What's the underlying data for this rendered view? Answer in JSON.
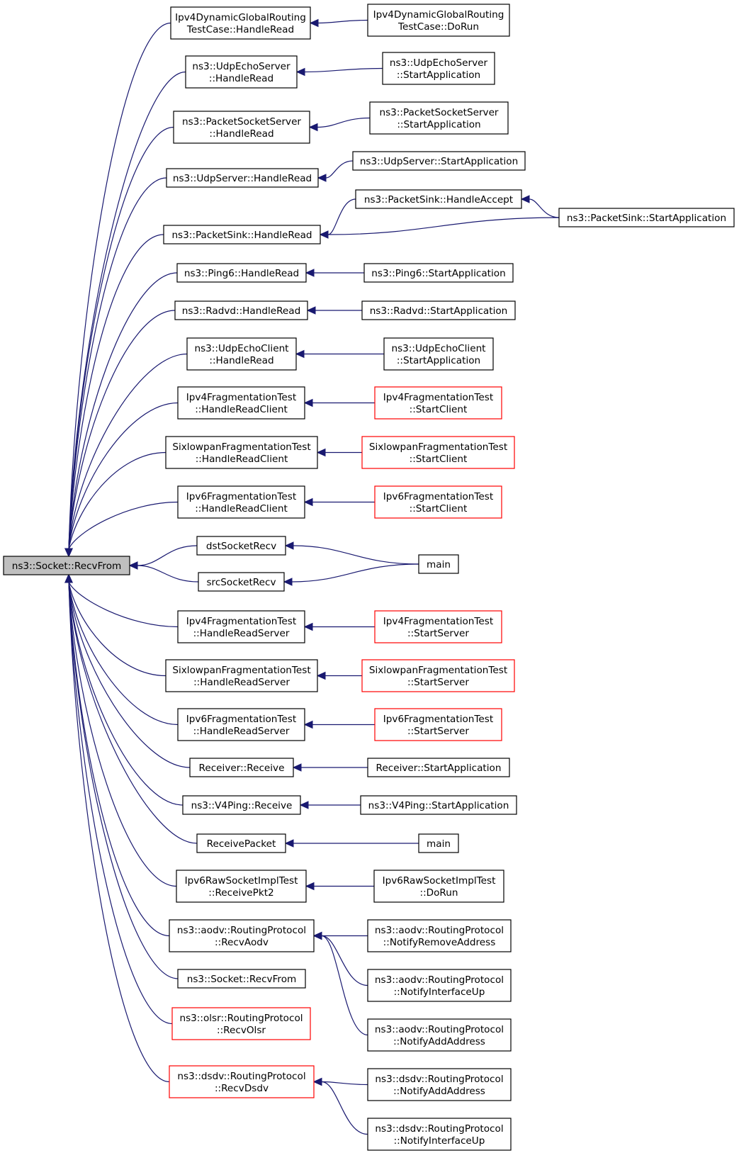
{
  "colors": {
    "edge": "#191970",
    "node_border": "#000000",
    "truncated_border": "#ff0000",
    "root_fill": "#bfbfbf"
  },
  "nodes": [
    {
      "id": "root",
      "lines": [
        "ns3::Socket::RecvFrom"
      ],
      "style": "root"
    },
    {
      "id": "c1",
      "lines": [
        "Ipv4DynamicGlobalRouting",
        "TestCase::HandleRead"
      ]
    },
    {
      "id": "c2",
      "lines": [
        "ns3::UdpEchoServer",
        "::HandleRead"
      ]
    },
    {
      "id": "c3",
      "lines": [
        "ns3::PacketSocketServer",
        "::HandleRead"
      ]
    },
    {
      "id": "c4",
      "lines": [
        "ns3::UdpServer::HandleRead"
      ]
    },
    {
      "id": "c5",
      "lines": [
        "ns3::PacketSink::HandleRead"
      ]
    },
    {
      "id": "c6",
      "lines": [
        "ns3::Ping6::HandleRead"
      ]
    },
    {
      "id": "c7",
      "lines": [
        "ns3::Radvd::HandleRead"
      ]
    },
    {
      "id": "c8",
      "lines": [
        "ns3::UdpEchoClient",
        "::HandleRead"
      ]
    },
    {
      "id": "c9",
      "lines": [
        "Ipv4FragmentationTest",
        "::HandleReadClient"
      ]
    },
    {
      "id": "c10",
      "lines": [
        "SixlowpanFragmentationTest",
        "::HandleReadClient"
      ]
    },
    {
      "id": "c11",
      "lines": [
        "Ipv6FragmentationTest",
        "::HandleReadClient"
      ]
    },
    {
      "id": "c12",
      "lines": [
        "dstSocketRecv"
      ]
    },
    {
      "id": "c13",
      "lines": [
        "srcSocketRecv"
      ]
    },
    {
      "id": "c14",
      "lines": [
        "Ipv4FragmentationTest",
        "::HandleReadServer"
      ]
    },
    {
      "id": "c15",
      "lines": [
        "SixlowpanFragmentationTest",
        "::HandleReadServer"
      ]
    },
    {
      "id": "c16",
      "lines": [
        "Ipv6FragmentationTest",
        "::HandleReadServer"
      ]
    },
    {
      "id": "c17",
      "lines": [
        "Receiver::Receive"
      ]
    },
    {
      "id": "c18",
      "lines": [
        "ns3::V4Ping::Receive"
      ]
    },
    {
      "id": "c19",
      "lines": [
        "ReceivePacket"
      ]
    },
    {
      "id": "c20",
      "lines": [
        "Ipv6RawSocketImplTest",
        "::ReceivePkt2"
      ]
    },
    {
      "id": "c21",
      "lines": [
        "ns3::aodv::RoutingProtocol",
        "::RecvAodv"
      ]
    },
    {
      "id": "c22",
      "lines": [
        "ns3::Socket::RecvFrom"
      ]
    },
    {
      "id": "c23",
      "lines": [
        "ns3::olsr::RoutingProtocol",
        "::RecvOlsr"
      ],
      "style": "truncated"
    },
    {
      "id": "c24",
      "lines": [
        "ns3::dsdv::RoutingProtocol",
        "::RecvDsdv"
      ],
      "style": "truncated"
    },
    {
      "id": "g1",
      "lines": [
        "Ipv4DynamicGlobalRouting",
        "TestCase::DoRun"
      ]
    },
    {
      "id": "g2",
      "lines": [
        "ns3::UdpEchoServer",
        "::StartApplication"
      ]
    },
    {
      "id": "g3",
      "lines": [
        "ns3::PacketSocketServer",
        "::StartApplication"
      ]
    },
    {
      "id": "g4",
      "lines": [
        "ns3::UdpServer::StartApplication"
      ]
    },
    {
      "id": "g5",
      "lines": [
        "ns3::PacketSink::HandleAccept"
      ]
    },
    {
      "id": "g6",
      "lines": [
        "ns3::PacketSink::StartApplication"
      ]
    },
    {
      "id": "g7",
      "lines": [
        "ns3::Ping6::StartApplication"
      ]
    },
    {
      "id": "g8",
      "lines": [
        "ns3::Radvd::StartApplication"
      ]
    },
    {
      "id": "g9",
      "lines": [
        "ns3::UdpEchoClient",
        "::StartApplication"
      ]
    },
    {
      "id": "g10",
      "lines": [
        "Ipv4FragmentationTest",
        "::StartClient"
      ],
      "style": "truncated"
    },
    {
      "id": "g11",
      "lines": [
        "SixlowpanFragmentationTest",
        "::StartClient"
      ],
      "style": "truncated"
    },
    {
      "id": "g12",
      "lines": [
        "Ipv6FragmentationTest",
        "::StartClient"
      ],
      "style": "truncated"
    },
    {
      "id": "g13",
      "lines": [
        "main"
      ]
    },
    {
      "id": "g14",
      "lines": [
        "Ipv4FragmentationTest",
        "::StartServer"
      ],
      "style": "truncated"
    },
    {
      "id": "g15",
      "lines": [
        "SixlowpanFragmentationTest",
        "::StartServer"
      ],
      "style": "truncated"
    },
    {
      "id": "g16",
      "lines": [
        "Ipv6FragmentationTest",
        "::StartServer"
      ],
      "style": "truncated"
    },
    {
      "id": "g17",
      "lines": [
        "Receiver::StartApplication"
      ]
    },
    {
      "id": "g18",
      "lines": [
        "ns3::V4Ping::StartApplication"
      ]
    },
    {
      "id": "g19",
      "lines": [
        "main"
      ]
    },
    {
      "id": "g20",
      "lines": [
        "Ipv6RawSocketImplTest",
        "::DoRun"
      ]
    },
    {
      "id": "g21",
      "lines": [
        "ns3::aodv::RoutingProtocol",
        "::NotifyRemoveAddress"
      ]
    },
    {
      "id": "g22",
      "lines": [
        "ns3::aodv::RoutingProtocol",
        "::NotifyInterfaceUp"
      ]
    },
    {
      "id": "g23",
      "lines": [
        "ns3::aodv::RoutingProtocol",
        "::NotifyAddAddress"
      ]
    },
    {
      "id": "g24",
      "lines": [
        "ns3::dsdv::RoutingProtocol",
        "::NotifyAddAddress"
      ]
    },
    {
      "id": "g25",
      "lines": [
        "ns3::dsdv::RoutingProtocol",
        "::NotifyInterfaceUp"
      ]
    }
  ],
  "edges": [
    {
      "from": "c1",
      "to": "root"
    },
    {
      "from": "c2",
      "to": "root"
    },
    {
      "from": "c3",
      "to": "root"
    },
    {
      "from": "c4",
      "to": "root"
    },
    {
      "from": "c5",
      "to": "root"
    },
    {
      "from": "c6",
      "to": "root"
    },
    {
      "from": "c7",
      "to": "root"
    },
    {
      "from": "c8",
      "to": "root"
    },
    {
      "from": "c9",
      "to": "root"
    },
    {
      "from": "c10",
      "to": "root"
    },
    {
      "from": "c11",
      "to": "root"
    },
    {
      "from": "c12",
      "to": "root"
    },
    {
      "from": "c13",
      "to": "root"
    },
    {
      "from": "c14",
      "to": "root"
    },
    {
      "from": "c15",
      "to": "root"
    },
    {
      "from": "c16",
      "to": "root"
    },
    {
      "from": "c17",
      "to": "root"
    },
    {
      "from": "c18",
      "to": "root"
    },
    {
      "from": "c19",
      "to": "root"
    },
    {
      "from": "c20",
      "to": "root"
    },
    {
      "from": "c21",
      "to": "root"
    },
    {
      "from": "c22",
      "to": "root"
    },
    {
      "from": "c23",
      "to": "root"
    },
    {
      "from": "c24",
      "to": "root"
    },
    {
      "from": "g1",
      "to": "c1"
    },
    {
      "from": "g2",
      "to": "c2"
    },
    {
      "from": "g3",
      "to": "c3"
    },
    {
      "from": "g4",
      "to": "c4"
    },
    {
      "from": "g5",
      "to": "c5"
    },
    {
      "from": "g6",
      "to": "c5"
    },
    {
      "from": "g6",
      "to": "g5"
    },
    {
      "from": "g7",
      "to": "c6"
    },
    {
      "from": "g8",
      "to": "c7"
    },
    {
      "from": "g9",
      "to": "c8"
    },
    {
      "from": "g10",
      "to": "c9"
    },
    {
      "from": "g11",
      "to": "c10"
    },
    {
      "from": "g12",
      "to": "c11"
    },
    {
      "from": "g13",
      "to": "c12"
    },
    {
      "from": "g13",
      "to": "c13"
    },
    {
      "from": "g14",
      "to": "c14"
    },
    {
      "from": "g15",
      "to": "c15"
    },
    {
      "from": "g16",
      "to": "c16"
    },
    {
      "from": "g17",
      "to": "c17"
    },
    {
      "from": "g18",
      "to": "c18"
    },
    {
      "from": "g19",
      "to": "c19"
    },
    {
      "from": "g20",
      "to": "c20"
    },
    {
      "from": "g21",
      "to": "c21"
    },
    {
      "from": "g22",
      "to": "c21"
    },
    {
      "from": "g23",
      "to": "c21"
    },
    {
      "from": "g24",
      "to": "c24"
    },
    {
      "from": "g25",
      "to": "c24"
    }
  ]
}
